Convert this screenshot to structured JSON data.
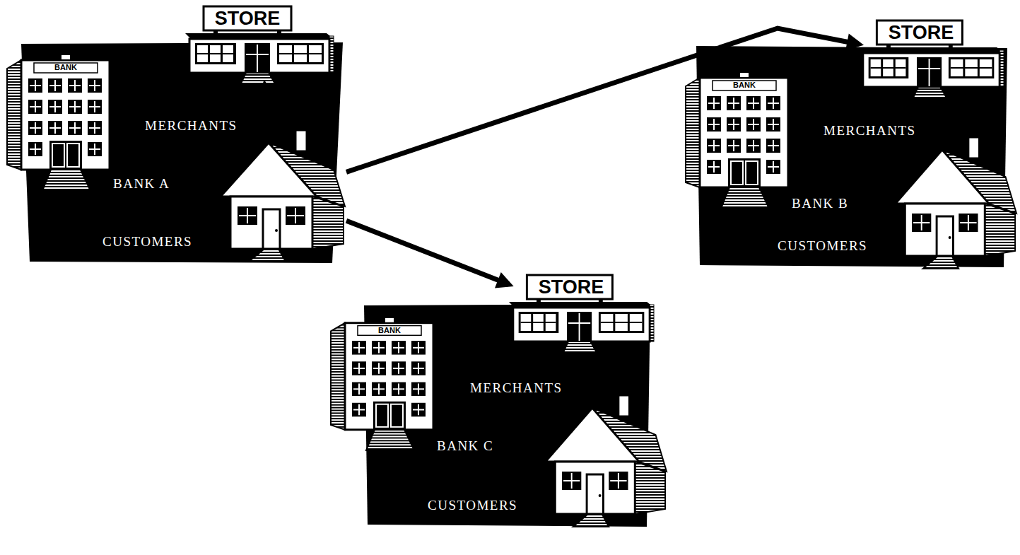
{
  "diagram": {
    "nodes": [
      {
        "text": [
          "BANK",
          "BANK A"
        ]
      },
      {
        "text": [
          "STORE",
          "MERCHANTS"
        ]
      },
      {
        "text": [
          "CUSTOMERS"
        ]
      },
      {
        "text": [
          "BANK",
          "BANK B"
        ]
      },
      {
        "text": [
          "STORE",
          "MERCHANTS"
        ]
      },
      {
        "text": [
          "CUSTOMERS"
        ]
      },
      {
        "text": [
          "BANK",
          "BANK C"
        ]
      },
      {
        "text": [
          "STORE",
          "MERCHANTS"
        ]
      },
      {
        "text": [
          "CUSTOMERS"
        ]
      }
    ],
    "edges": [
      {
        "from": 2,
        "to": 1,
        "arrow": "to"
      },
      {
        "from": 2,
        "to": 4,
        "arrow": "to"
      },
      {
        "from": 2,
        "to": 7,
        "arrow": "to"
      }
    ]
  }
}
